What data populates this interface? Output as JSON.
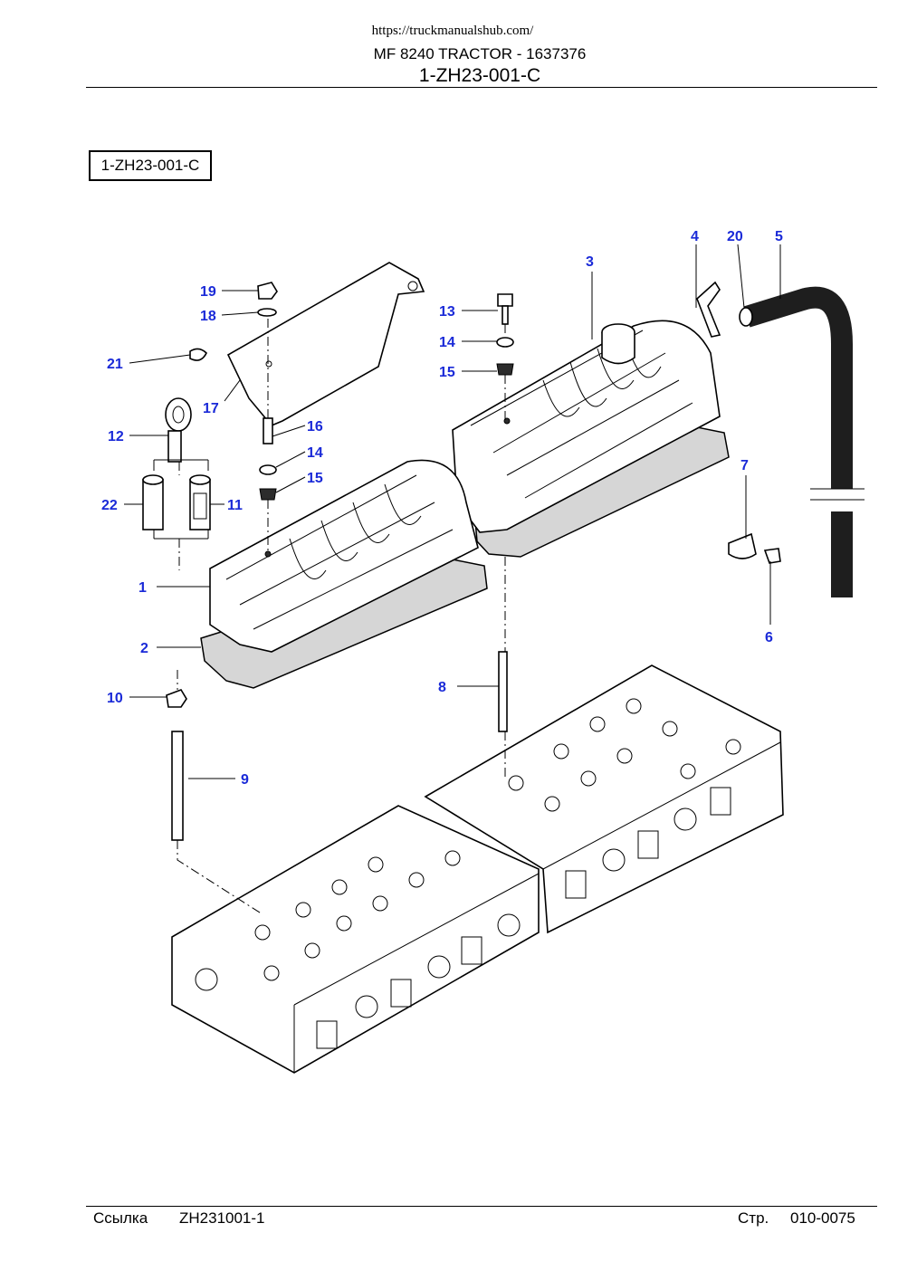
{
  "header": {
    "url": "https://truckmanualshub.com/",
    "title": "MF 8240 TRACTOR - 1637376",
    "code": "1-ZH23-001-C"
  },
  "diagram": {
    "box_code": "1-ZH23-001-C",
    "callouts": [
      "1",
      "2",
      "3",
      "4",
      "5",
      "6",
      "7",
      "8",
      "9",
      "10",
      "11",
      "12",
      "13",
      "14",
      "15",
      "16",
      "14",
      "15",
      "17",
      "18",
      "19",
      "20",
      "21",
      "22"
    ]
  },
  "footer": {
    "ref_label": "Ссылка",
    "ref_value": "ZH231001-1",
    "page_label": "Стр.",
    "page_value": "010-0075"
  },
  "colors": {
    "callout": "#1a2ad8"
  }
}
